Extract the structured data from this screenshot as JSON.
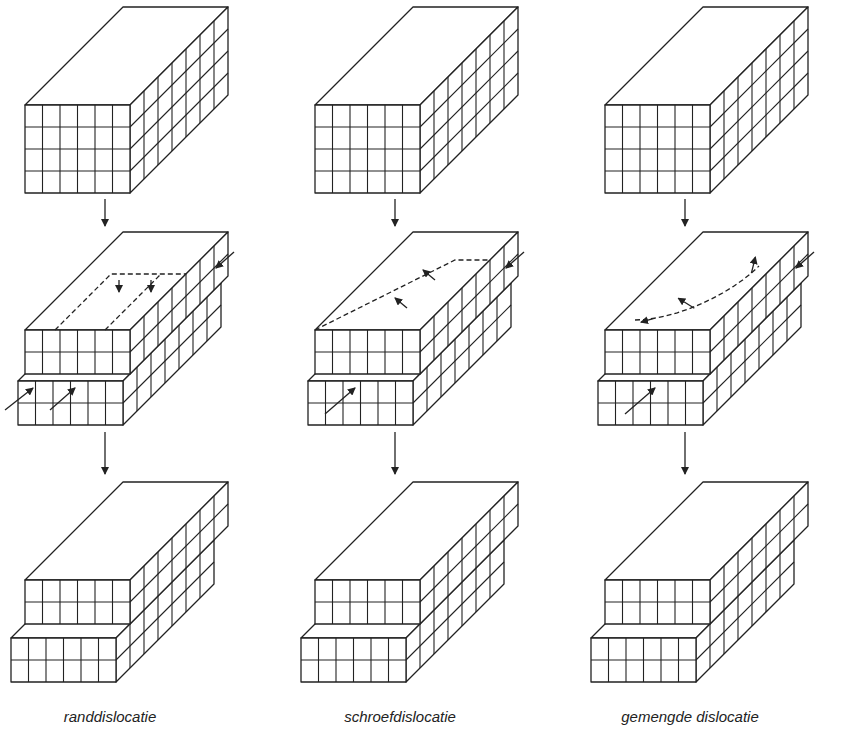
{
  "diagram": {
    "labels": [
      "randdislocatie",
      "schroefdislocatie",
      "gemengde dislocatie"
    ]
  }
}
